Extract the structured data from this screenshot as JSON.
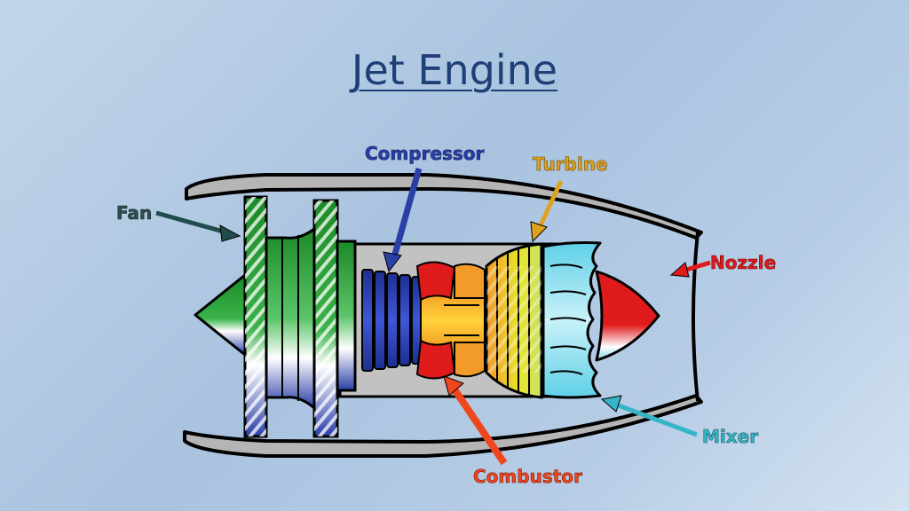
{
  "title": "Jet Engine",
  "labels": {
    "fan": "Fan",
    "compressor": "Compressor",
    "turbine": "Turbine",
    "nozzle": "Nozzle",
    "mixer": "Mixer",
    "combustor": "Combustor"
  },
  "colors": {
    "title": "#1f3f77",
    "fan": "#1e8a2e",
    "compressor": "#2b3fa8",
    "turbine": "#e0a21c",
    "nozzle": "#e01b1b",
    "mixer": "#35b5c7",
    "combustor": "#f0461e",
    "fan_label": "#2f4f4f"
  }
}
